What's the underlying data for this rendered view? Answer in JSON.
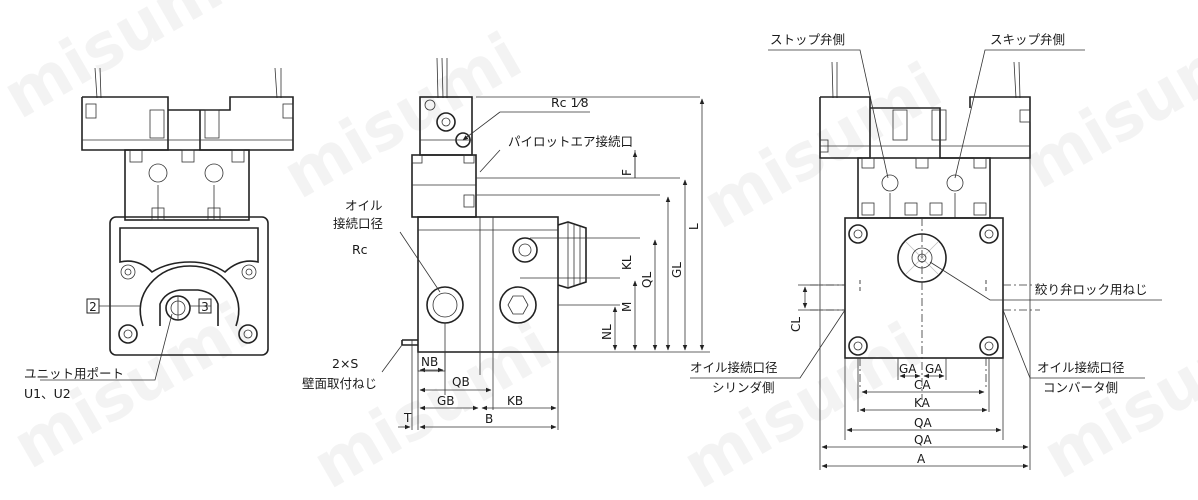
{
  "watermark": "misumi",
  "left_view": {
    "port_2": "2",
    "port_3": "3",
    "unit_port_label": "ユニット用ポート",
    "unit_port_values": "U1、U2"
  },
  "middle_view": {
    "rc18": "Rc 1⁄8",
    "pilot_label": "パイロットエア接続口",
    "oil_label_1": "オイル",
    "oil_label_2": "接続口径",
    "oil_label_rc": "Rc",
    "mount_1": "2×S",
    "mount_2": "壁面取付ねじ",
    "dims": {
      "F": "F",
      "KL": "KL",
      "QL": "QL",
      "GL": "GL",
      "L": "L",
      "M": "M",
      "NL": "NL",
      "NB": "NB",
      "QB": "QB",
      "GB": "GB",
      "KB": "KB",
      "B": "B",
      "T": "T"
    }
  },
  "right_view": {
    "stop_label": "ストップ弁側",
    "skip_label": "スキップ弁側",
    "throttle_label": "絞り弁ロック用ねじ",
    "oil_cyl_1": "オイル接続口径",
    "oil_cyl_2": "シリンダ側",
    "oil_conv_1": "オイル接続口径",
    "oil_conv_2": "コンバータ側",
    "dims": {
      "CL": "CL",
      "GA1": "GA",
      "GA2": "GA",
      "CA": "CA",
      "KA": "KA",
      "QA1": "QA",
      "QA2": "QA",
      "A": "A"
    }
  }
}
